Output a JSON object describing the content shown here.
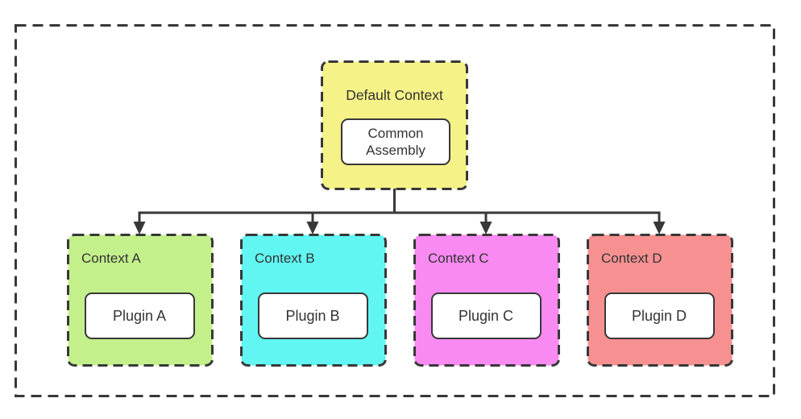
{
  "root": {
    "label": "Default Context",
    "assembly_label": "Common Assembly",
    "fill": "#F5F287"
  },
  "contexts": [
    {
      "label": "Context A",
      "plugin_label": "Plugin A",
      "fill": "#C4F08C"
    },
    {
      "label": "Context B",
      "plugin_label": "Plugin B",
      "fill": "#61F6F2"
    },
    {
      "label": "Context C",
      "plugin_label": "Plugin C",
      "fill": "#F98AF2"
    },
    {
      "label": "Context D",
      "plugin_label": "Plugin D",
      "fill": "#F79191"
    }
  ],
  "colors": {
    "border": "#383838",
    "text": "#333333",
    "node_fill": "#FFFFFF",
    "background": "#FFFFFF"
  }
}
